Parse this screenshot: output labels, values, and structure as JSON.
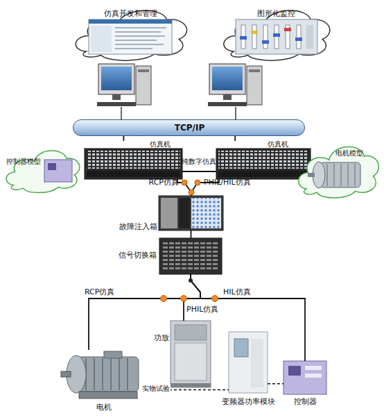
{
  "diagram": {
    "nodes": [
      {
        "text": [
          "仿真开发和管理"
        ]
      },
      {
        "text": [
          "图形化监控"
        ]
      },
      {
        "text": [
          "TCP/IP"
        ]
      },
      {
        "text": [
          "控制器模型"
        ]
      },
      {
        "text": [
          "仿真机"
        ]
      },
      {
        "text": [
          "仿真机"
        ]
      },
      {
        "text": [
          "电机模型"
        ]
      },
      {
        "text": [
          "故障注入箱"
        ]
      },
      {
        "text": [
          "信号切换箱"
        ]
      },
      {
        "text": [
          "功放"
        ]
      },
      {
        "text": [
          "电机"
        ]
      },
      {
        "text": [
          "变频器功率模块"
        ]
      },
      {
        "text": [
          "控制器"
        ]
      }
    ],
    "edges": [
      {
        "from": 4,
        "to": 2,
        "arrow": "none"
      },
      {
        "from": 5,
        "to": 2,
        "arrow": "none"
      },
      {
        "from": 4,
        "to": 5,
        "label": "纯数字仿真",
        "arrow": "none"
      },
      {
        "from": 4,
        "to": 7,
        "label": "RCP仿真",
        "arrow": "none"
      },
      {
        "from": 5,
        "to": 7,
        "label": "PHIL/HIL仿真",
        "arrow": "none"
      },
      {
        "from": 7,
        "to": 8,
        "arrow": "none"
      },
      {
        "from": 8,
        "to": 10,
        "label": "RCP仿真",
        "arrow": "none"
      },
      {
        "from": 8,
        "to": 9,
        "label": "PHIL仿真",
        "arrow": "none"
      },
      {
        "from": 8,
        "to": 12,
        "label": "HIL仿真",
        "arrow": "none"
      },
      {
        "from": 10,
        "to": 11,
        "label": "实物试验",
        "arrow": "none"
      },
      {
        "from": 11,
        "to": 12,
        "arrow": "none"
      }
    ]
  }
}
